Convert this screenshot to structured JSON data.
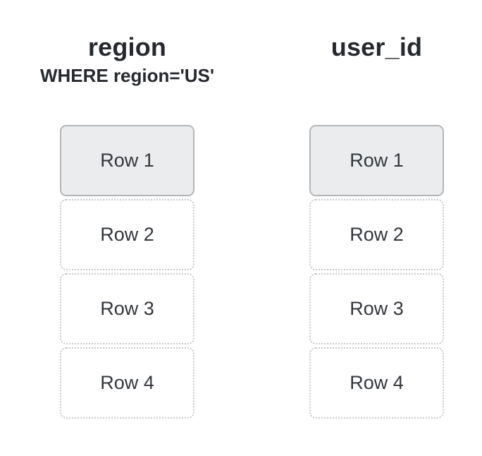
{
  "diagram": {
    "description": "Two-column row-filter diagram",
    "colors": {
      "background": "#ffffff",
      "title_text": "#26292e",
      "row_text": "#33373c",
      "solid_row_fill": "#ebeced",
      "solid_row_border": "#b3b6b9",
      "dotted_row_border": "#c7c9cb"
    },
    "columns": [
      {
        "title": "region",
        "subtitle": "WHERE region='US'",
        "rows": [
          {
            "label": "Row 1",
            "style": "solid"
          },
          {
            "label": "Row 2",
            "style": "dotted"
          },
          {
            "label": "Row 3",
            "style": "dotted"
          },
          {
            "label": "Row 4",
            "style": "dotted"
          }
        ]
      },
      {
        "title": "user_id",
        "subtitle": "",
        "rows": [
          {
            "label": "Row 1",
            "style": "solid"
          },
          {
            "label": "Row 2",
            "style": "dotted"
          },
          {
            "label": "Row 3",
            "style": "dotted"
          },
          {
            "label": "Row 4",
            "style": "dotted"
          }
        ]
      }
    ]
  }
}
